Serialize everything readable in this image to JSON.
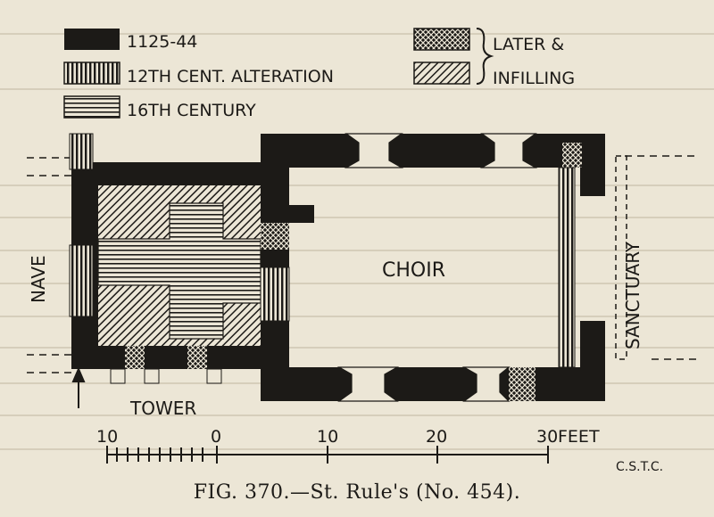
{
  "legend": {
    "period_1": "1125-44",
    "period_2": "12TH CENT. ALTERATION",
    "period_3": "16TH CENTURY",
    "later_label_1": "LATER &",
    "later_label_2": "INFILLING"
  },
  "labels": {
    "nave": "NAVE",
    "tower": "TOWER",
    "choir": "CHOIR",
    "sanctuary": "SANCTUARY"
  },
  "scale": {
    "ticks": [
      "10",
      "0",
      "10",
      "20",
      "30"
    ],
    "unit": "FEET",
    "credit": "C.S.T.C."
  },
  "caption": "FIG. 370.—St. Rule's (No. 454).",
  "colors": {
    "paper": "#ece6d6",
    "ink": "#1c1a17"
  }
}
